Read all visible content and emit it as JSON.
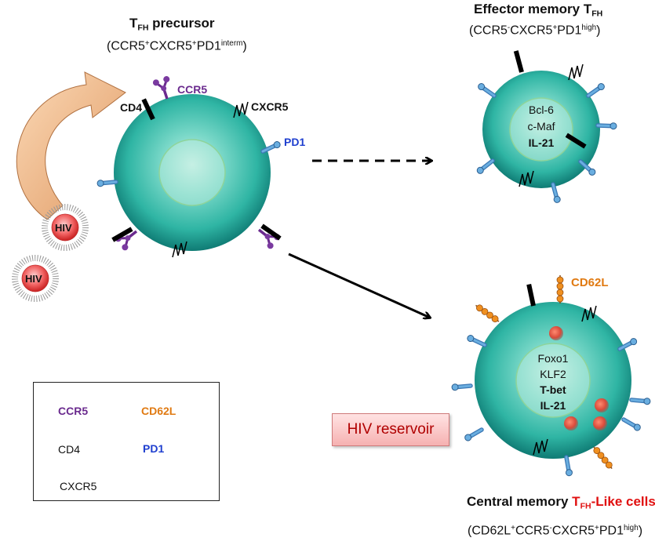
{
  "cells": {
    "precursor": {
      "title_t": "T",
      "title_sub": "FH",
      "title_rest": " precursor",
      "phenotype": {
        "open": "(CCR5",
        "sup1": "+",
        "mid1": "CXCR5",
        "sup2": "+",
        "mid2": "PD1",
        "sup3": "interm",
        "close": ")"
      },
      "labels": {
        "ccr5": "CCR5",
        "cd4": "CD4",
        "cxcr5": "CXCR5",
        "pd1": "PD1"
      }
    },
    "effector": {
      "title_main": "Effector memory T",
      "title_sub": "FH",
      "phenotype": {
        "open": "(CCR5",
        "sup1": "-",
        "mid1": "CXCR5",
        "sup2": "+",
        "mid2": "PD1",
        "sup3": "high",
        "close": ")"
      },
      "nucleus": [
        "Bcl-6",
        "c-Maf",
        "IL-21"
      ]
    },
    "central": {
      "title_main": "Central memory ",
      "title_t": "T",
      "title_sub": "FH",
      "title_rest": "-Like cells",
      "phenotype": {
        "open": "(CD62L",
        "sup1": "+",
        "mid1": "CCR5",
        "sup2": "-",
        "mid2": "CXCR5",
        "sup3": "+",
        "mid3": "PD1",
        "sup4": "high",
        "close": ")"
      },
      "cd62l_label": "CD62L",
      "nucleus": [
        "Foxo1",
        "KLF2",
        "T-bet",
        "IL-21"
      ]
    }
  },
  "virus_label": "HIV",
  "reservoir_label": "HIV reservoir",
  "legend": {
    "ccr5": "CCR5",
    "cd62l": "CD62L",
    "cd4": "CD4",
    "pd1": "PD1",
    "cxcr5": "CXCR5"
  },
  "colors": {
    "ccr5": "#6a2a8e",
    "cd62l": "#e07a12",
    "pd1": "#1f3fcf",
    "cell_center": "#c9efe6",
    "cell_mid": "#3fc2b0",
    "cell_edge": "#0e7572",
    "receptor_blue": "#5a9fd6",
    "red_title": "#e01010"
  }
}
